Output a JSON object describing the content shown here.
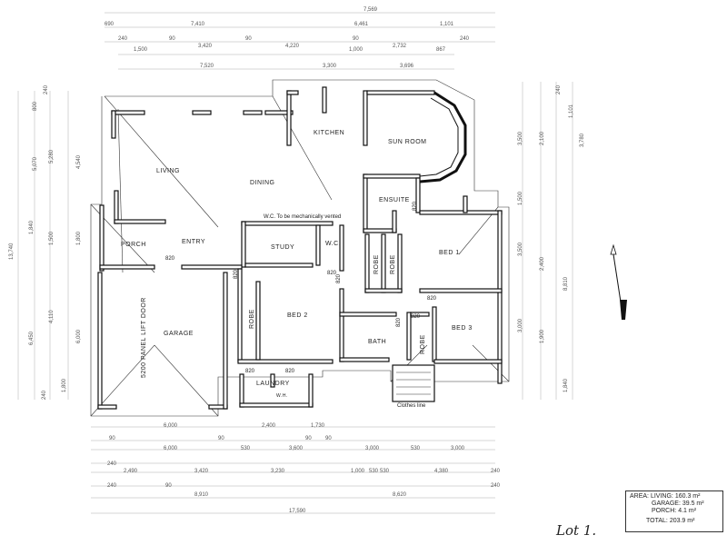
{
  "rooms": {
    "kitchen": "KITCHEN",
    "sun_room": "SUN ROOM",
    "living": "LIVING",
    "dining": "DINING",
    "ensuite": "ENSUITE",
    "porch": "PORCH",
    "entry": "ENTRY",
    "study": "STUDY",
    "wc": "W.C.",
    "bed1": "BED 1",
    "bed2": "BED 2",
    "bed3": "BED 3",
    "garage": "GARAGE",
    "bath": "BATH",
    "laundry": "LAUNDRY",
    "robe1": "ROBE",
    "robe2": "ROBE",
    "robe3": "ROBE",
    "robe4": "ROBE",
    "wh": "W.H."
  },
  "notes": {
    "wc_vent": "W.C. To be mechanically vented",
    "garage_door": "5200 PANEL LIFT DOOR",
    "clothes_line": "Clothes line"
  },
  "doors": [
    "820",
    "820",
    "820",
    "820",
    "820",
    "820",
    "820",
    "820",
    "820",
    "820"
  ],
  "dimensions": {
    "top_row1": [
      "7,569"
    ],
    "top_row2": [
      "690",
      "7,410",
      "6,461",
      "1,101"
    ],
    "top_row3": [
      "240",
      "90",
      "3,420",
      "90",
      "4,220",
      "90",
      "2,732",
      "240"
    ],
    "top_row4": [
      "1,500",
      "1,000",
      "867"
    ],
    "top_row5": [
      "7,520",
      "3,300",
      "3,696"
    ],
    "bottom_row1": [
      "6,000",
      "2,400",
      "1,730"
    ],
    "bottom_row2": [
      "90",
      "90",
      "90",
      "90"
    ],
    "bottom_row3": [
      "6,000",
      "530",
      "3,600",
      "3,000",
      "530",
      "3,000"
    ],
    "bottom_row4": [
      "240",
      "2,490",
      "3,420",
      "3,230",
      "1,000",
      "530",
      "530",
      "4,380",
      "240"
    ],
    "bottom_row5": [
      "240",
      "90",
      "8,910",
      "8,620",
      "240"
    ],
    "bottom_total": [
      "17,590"
    ],
    "left_col": [
      "240",
      "800",
      "5,070",
      "5,280",
      "4,540",
      "13,740",
      "1,840",
      "1,500",
      "1,800",
      "6,450",
      "4,110",
      "6,000",
      "240",
      "1,800"
    ],
    "right_col": [
      "240",
      "1,101",
      "3,500",
      "2,100",
      "3,780",
      "1,500",
      "3,500",
      "2,400",
      "8,810",
      "3,000",
      "1,900",
      "1,840"
    ]
  },
  "area": {
    "heading": "AREA:",
    "living_label": "LIVING:",
    "living_value": "160.3 m²",
    "garage_label": "GARAGE:",
    "garage_value": "39.5 m²",
    "porch_label": "PORCH:",
    "porch_value": "4.1 m²",
    "total_label": "TOTAL:",
    "total_value": "203.9 m²"
  },
  "lot_label": "Lot 1."
}
